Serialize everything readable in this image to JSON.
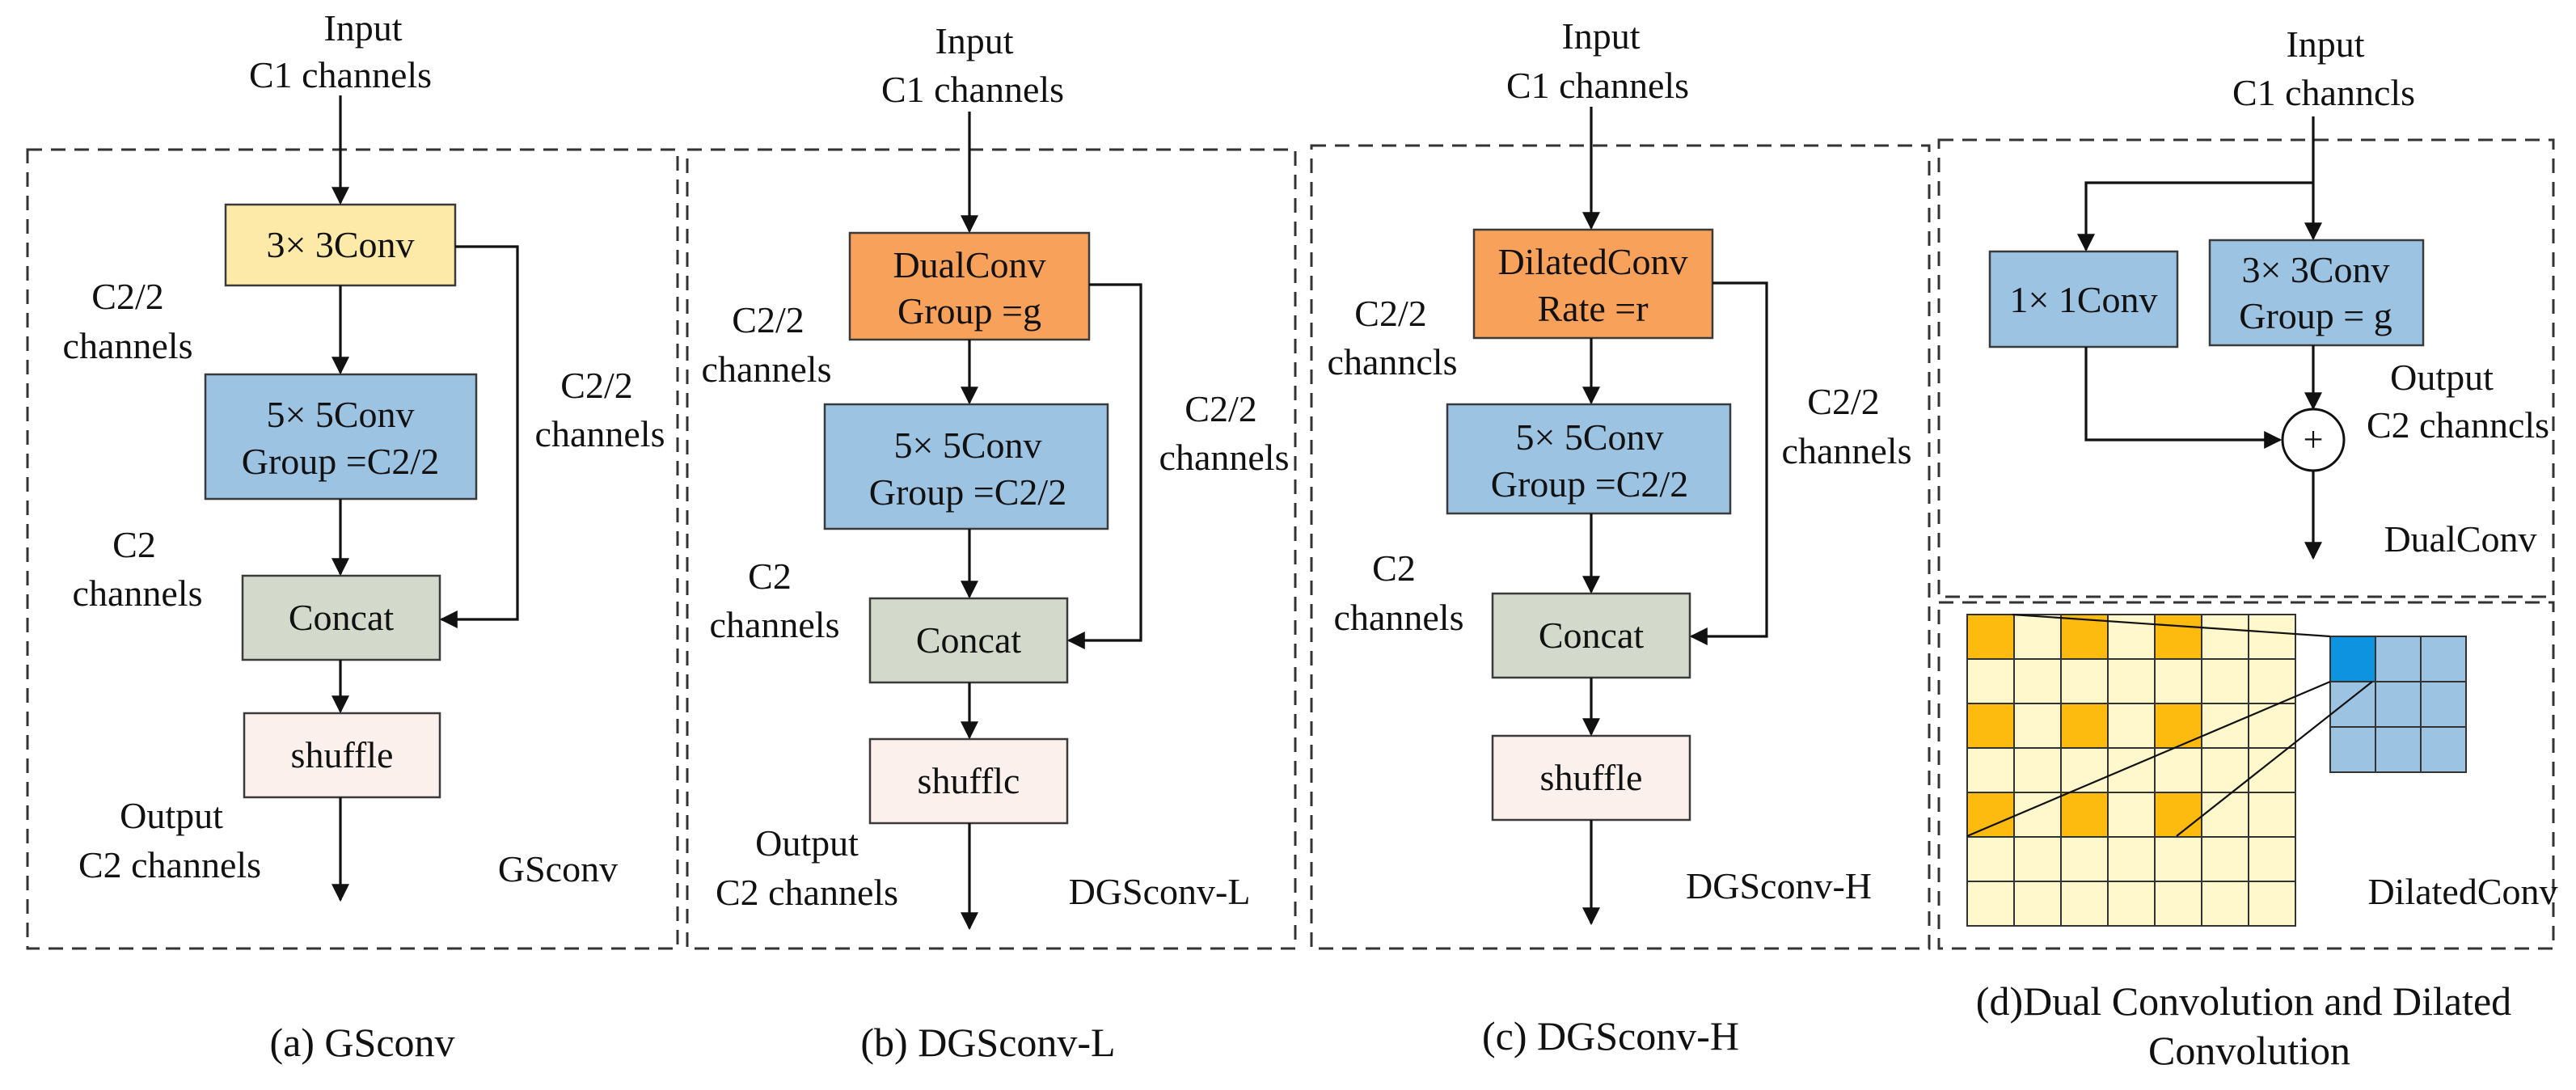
{
  "colors": {
    "yellow_box": "#FDE9A8",
    "orange_box": "#F7A15A",
    "blue_box": "#9DC3E2",
    "green_box": "#D3DACB",
    "pink_box": "#FBF0EC",
    "grid_cell": "#FFF8CC",
    "grid_sampled": "#FDBA0F",
    "kernel_cell": "#9DC3E2",
    "kernel_center": "#0E93E0"
  },
  "panels": {
    "a": {
      "input_label": "Input",
      "input_channels": "C1 channels",
      "box_conv": "3× 3Conv",
      "left_channels_top": "C2/2",
      "left_channels_top_2": "channels",
      "box_group_1": "5× 5Conv",
      "box_group_2": "Group =C2/2",
      "right_channels": "C2/2",
      "right_channels_2": "channels",
      "left_channels_mid": "C2",
      "left_channels_mid_2": "channels",
      "box_concat": "Concat",
      "box_shuffle": "shuffle",
      "output_label": "Output",
      "output_channels": "C2 channels",
      "module_name": "GSconv",
      "caption": "(a) GSconv"
    },
    "b": {
      "input_label": "Input",
      "input_channels": "C1 channels",
      "box_conv_1": "DualConv",
      "box_conv_2": "Group =g",
      "left_channels_top": "C2/2",
      "left_channels_top_2": "channels",
      "box_group_1": "5× 5Conv",
      "box_group_2": "Group =C2/2",
      "right_channels": "C2/2",
      "right_channels_2": "channels",
      "left_channels_mid": "C2",
      "left_channels_mid_2": "channels",
      "box_concat": "Concat",
      "box_shuffle": "shufflc",
      "output_label": "Output",
      "output_channels": "C2 channels",
      "module_name": "DGSconv-L",
      "caption": "(b) DGSconv-L"
    },
    "c": {
      "input_label": "Input",
      "input_channels": "C1 channels",
      "box_conv_1": "DilatedConv",
      "box_conv_2": "Rate =r",
      "left_channels_top": "C2/2",
      "left_channels_top_2": "channcls",
      "box_group_1": "5× 5Conv",
      "box_group_2": "Group =C2/2",
      "right_channels": "C2/2",
      "right_channels_2": "channels",
      "left_channels_mid": "C2",
      "left_channels_mid_2": "channels",
      "box_concat": "Concat",
      "box_shuffle": "shuffle",
      "module_name": "DGSconv-H",
      "caption": "(c) DGSconv-H"
    },
    "d": {
      "input_label": "Input",
      "input_channels": "C1 channcls",
      "box_pointwise": "1× 1Conv",
      "box_group_1": "3× 3Conv",
      "box_group_2": "Group = g",
      "sum_symbol": "+",
      "output_label": "Output",
      "output_channels": "C2 channcls",
      "dual_name": "DualConv",
      "dilated_name": "DilatedConv",
      "caption_1": "(d)Dual Convolution and Dilated",
      "caption_2": "Convolution"
    }
  }
}
